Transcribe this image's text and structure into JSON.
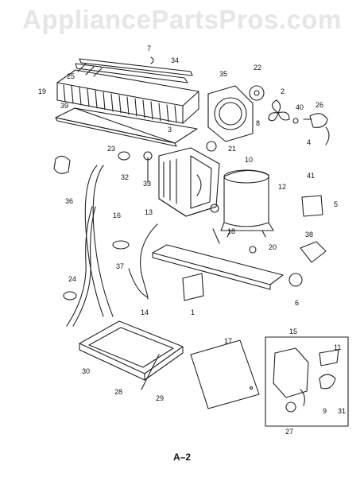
{
  "watermark": "AppliancePartsPros.com",
  "page_label": "A–2",
  "callouts": [
    "7",
    "34",
    "25",
    "19",
    "39",
    "35",
    "22",
    "2",
    "40",
    "26",
    "3",
    "23",
    "32",
    "33",
    "36",
    "21",
    "8",
    "10",
    "4",
    "12",
    "41",
    "13",
    "16",
    "5",
    "18",
    "38",
    "20",
    "37",
    "24",
    "6",
    "14",
    "1",
    "17",
    "15",
    "11",
    "30",
    "28",
    "29",
    "9",
    "31",
    "27"
  ]
}
